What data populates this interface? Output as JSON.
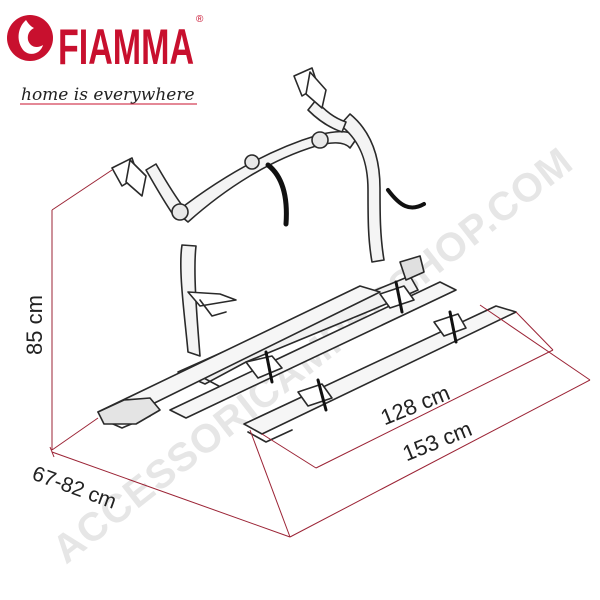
{
  "brand": {
    "name": "FIAMMA",
    "registered": "®",
    "tagline": "home is everywhere",
    "color": "#c8102e"
  },
  "dimensions": {
    "height": "85 cm",
    "depth": "67-82 cm",
    "inner_width": "128 cm",
    "outer_width": "153 cm",
    "line_color": "#9b2335"
  },
  "watermark": {
    "text": "ACCESSORICAMPERSHOP.COM",
    "color": "#e2e2e2"
  },
  "icons": {
    "logo_mark": "fiamma-flame-logo",
    "product": "bike-carrier-illustration"
  }
}
